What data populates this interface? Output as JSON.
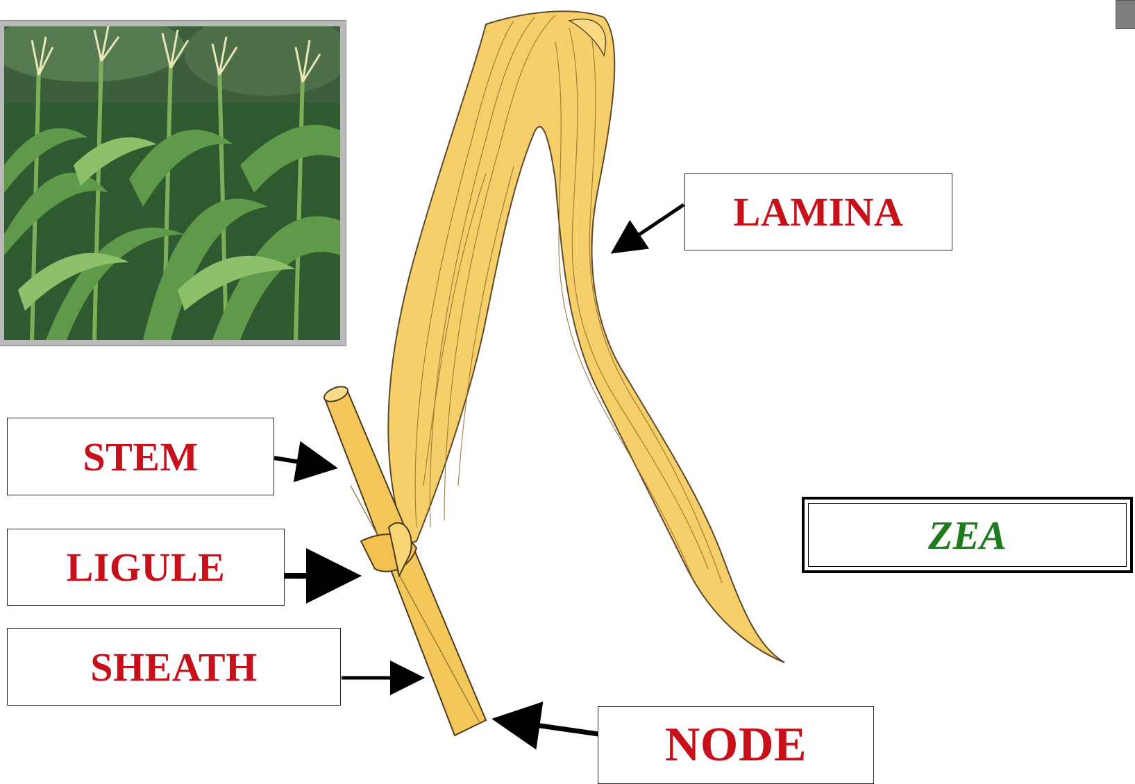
{
  "labels": {
    "lamina": "LAMINA",
    "stem": "STEM",
    "ligule": "LIGULE",
    "sheath": "SHEATH",
    "node": "NODE"
  },
  "genus": "ZEA",
  "colors": {
    "label_text": "#c8101a",
    "genus_text": "#1f7a1f",
    "leaf_fill": "#f7cf6a",
    "leaf_outline": "#5a4a2a"
  },
  "photo": {
    "subject": "maize-plants-photo"
  }
}
